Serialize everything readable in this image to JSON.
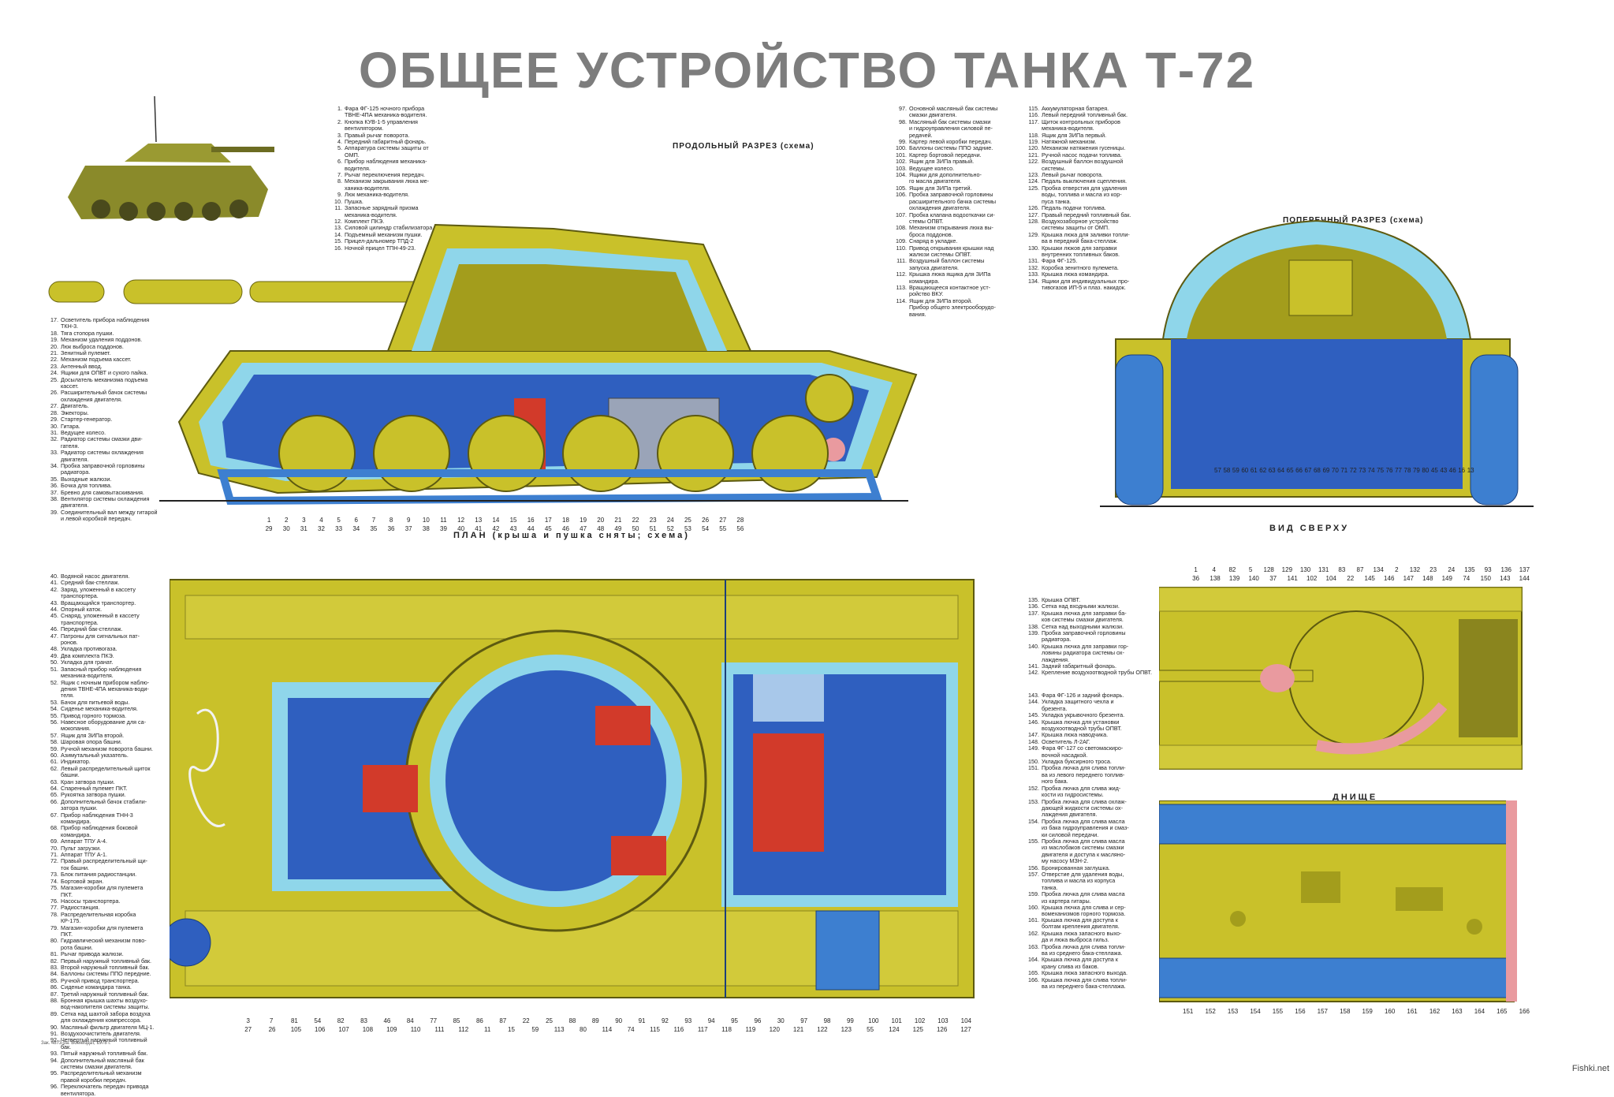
{
  "title": "ОБЩЕЕ УСТРОЙСТВО ТАНКА Т-72",
  "sections": {
    "longitudinal": "ПРОДОЛЬНЫЙ РАЗРЕЗ (схема)",
    "transverse": "ПОПЕРЕЧНЫЙ РАЗРЕЗ (схема)",
    "plan": "ПЛАН (крыша и пушка сняты; схема)",
    "top_view": "ВИД СВЕРХУ",
    "bottom": "ДНИЩЕ"
  },
  "legend_top_left": [
    {
      "n": "1.",
      "t": "Фара ФГ-125 ночного прибора"
    },
    {
      "n": "",
      "t": "ТВНЕ-4ПА механика-водителя."
    },
    {
      "n": "2.",
      "t": "Кнопка КУВ-1-5 управления"
    },
    {
      "n": "",
      "t": "вентилятором."
    },
    {
      "n": "3.",
      "t": "Правый рычаг поворота."
    },
    {
      "n": "4.",
      "t": "Передний габаритный фонарь."
    },
    {
      "n": "5.",
      "t": "Аппаратура системы защиты от"
    },
    {
      "n": "",
      "t": "ОМП."
    },
    {
      "n": "6.",
      "t": "Прибор наблюдения механика-"
    },
    {
      "n": "",
      "t": "водителя."
    },
    {
      "n": "7.",
      "t": "Рычаг переключения передач."
    },
    {
      "n": "8.",
      "t": "Механизм закрывания люка ме-"
    },
    {
      "n": "",
      "t": "ханика-водителя."
    },
    {
      "n": "9.",
      "t": "Люк механика-водителя."
    },
    {
      "n": "10.",
      "t": "Пушка."
    },
    {
      "n": "11.",
      "t": "Запасные зарядный призма"
    },
    {
      "n": "",
      "t": "механика-водителя."
    },
    {
      "n": "12.",
      "t": "Комплект ПКЭ."
    },
    {
      "n": "13.",
      "t": "Силовой цилиндр стабилизатора."
    },
    {
      "n": "14.",
      "t": "Подъемный механизм пушки."
    },
    {
      "n": "15.",
      "t": "Прицел-дальномер ТПД-2"
    },
    {
      "n": "16.",
      "t": "Ночной прицел ТПН-49-23."
    }
  ],
  "legend_left_mid": [
    {
      "n": "17.",
      "t": "Осветитель прибора наблюдения"
    },
    {
      "n": "",
      "t": "ТКН-3."
    },
    {
      "n": "18.",
      "t": "Тяга стопора пушки."
    },
    {
      "n": "19.",
      "t": "Механизм удаления поддонов."
    },
    {
      "n": "20.",
      "t": "Люк выброса поддонов."
    },
    {
      "n": "21.",
      "t": "Зенитный пулемет."
    },
    {
      "n": "22.",
      "t": "Механизм подъема кассет."
    },
    {
      "n": "23.",
      "t": "Антенный ввод."
    },
    {
      "n": "24.",
      "t": "Ящики для ОПВТ и сухого пайка."
    },
    {
      "n": "25.",
      "t": "Досылатель механизма подъема"
    },
    {
      "n": "",
      "t": "кассет."
    },
    {
      "n": "26.",
      "t": "Расширительный бачок системы"
    },
    {
      "n": "",
      "t": "охлаждения двигателя."
    },
    {
      "n": "27.",
      "t": "Двигатель."
    },
    {
      "n": "28.",
      "t": "Эжекторы."
    },
    {
      "n": "29.",
      "t": "Стартер-генератор."
    },
    {
      "n": "30.",
      "t": "Гитара."
    },
    {
      "n": "31.",
      "t": "Ведущее колесо."
    },
    {
      "n": "32.",
      "t": "Радиатор системы смазки дви-"
    },
    {
      "n": "",
      "t": "гателя."
    },
    {
      "n": "33.",
      "t": "Радиатор системы охлаждения"
    },
    {
      "n": "",
      "t": "двигателя."
    },
    {
      "n": "34.",
      "t": "Пробка заправочной горловины"
    },
    {
      "n": "",
      "t": "радиатора."
    },
    {
      "n": "35.",
      "t": "Выходные жалюзи."
    },
    {
      "n": "36.",
      "t": "Бочка для топлива."
    },
    {
      "n": "37.",
      "t": "Бревно для самовытаскивания."
    },
    {
      "n": "38.",
      "t": "Вентилятор системы охлаждения"
    },
    {
      "n": "",
      "t": "двигателя."
    },
    {
      "n": "39.",
      "t": "Соединительный вал между гитарой"
    },
    {
      "n": "",
      "t": "и левой коробкой передач."
    }
  ],
  "legend_mid_top": [
    {
      "n": "97.",
      "t": "Основной масляный бак системы"
    },
    {
      "n": "",
      "t": "смазки двигателя."
    },
    {
      "n": "98.",
      "t": "Масляный бак системы смазки"
    },
    {
      "n": "",
      "t": "и гидроуправления силовой пе-"
    },
    {
      "n": "",
      "t": "редачей."
    },
    {
      "n": "99.",
      "t": "Картер левой коробки передач."
    },
    {
      "n": "100.",
      "t": "Баллоны системы ППО задние."
    },
    {
      "n": "101.",
      "t": "Картер бортовой передачи."
    },
    {
      "n": "102.",
      "t": "Ящик для ЗИПа правый."
    },
    {
      "n": "103.",
      "t": "Ведущее колесо."
    },
    {
      "n": "104.",
      "t": "Ящики для дополнительно-"
    },
    {
      "n": "",
      "t": "го масла двигателя."
    },
    {
      "n": "105.",
      "t": "Ящик для ЗИПа третий."
    },
    {
      "n": "106.",
      "t": "Пробка заправочной горловины"
    },
    {
      "n": "",
      "t": "расширительного бачка системы"
    },
    {
      "n": "",
      "t": "охлаждения двигателя."
    },
    {
      "n": "107.",
      "t": "Пробка клапана водооткачки си-"
    },
    {
      "n": "",
      "t": "стемы ОПВТ."
    },
    {
      "n": "108.",
      "t": "Механизм открывания люка вы-"
    },
    {
      "n": "",
      "t": "броса поддонов."
    },
    {
      "n": "109.",
      "t": "Снаряд в укладке."
    },
    {
      "n": "110.",
      "t": "Привод открывания крышки над"
    },
    {
      "n": "",
      "t": "жалюзи системы ОПВТ."
    },
    {
      "n": "111.",
      "t": "Воздушный баллон системы"
    },
    {
      "n": "",
      "t": "запуска двигателя."
    },
    {
      "n": "112.",
      "t": "Крышка люка ящика для ЗИПа"
    },
    {
      "n": "",
      "t": "командира."
    },
    {
      "n": "113.",
      "t": "Вращающееся контактное уст-"
    },
    {
      "n": "",
      "t": "ройство ВКУ."
    },
    {
      "n": "114.",
      "t": "Ящик для ЗИПа второй."
    },
    {
      "n": "",
      "t": "Прибор общего электрооборудо-"
    },
    {
      "n": "",
      "t": "вания."
    }
  ],
  "legend_right_top": [
    {
      "n": "115.",
      "t": "Аккумуляторная батарея."
    },
    {
      "n": "116.",
      "t": "Левый передний топливный бак."
    },
    {
      "n": "117.",
      "t": "Щиток контрольных приборов"
    },
    {
      "n": "",
      "t": "механика-водителя."
    },
    {
      "n": "118.",
      "t": "Ящик для ЗИПа первый."
    },
    {
      "n": "119.",
      "t": "Натяжной механизм."
    },
    {
      "n": "120.",
      "t": "Механизм натяжения гусеницы."
    },
    {
      "n": "121.",
      "t": "Ручной насос подачи топлива."
    },
    {
      "n": "122.",
      "t": "Воздушный баллон воздушной"
    },
    {
      "n": "",
      "t": "системы."
    },
    {
      "n": "123.",
      "t": "Левый рычаг поворота."
    },
    {
      "n": "124.",
      "t": "Педаль выключения сцепления."
    },
    {
      "n": "125.",
      "t": "Пробка отверстия для удаления"
    },
    {
      "n": "",
      "t": "воды, топлива и масла из кор-"
    },
    {
      "n": "",
      "t": "пуса танка."
    },
    {
      "n": "126.",
      "t": "Педаль подачи топлива."
    },
    {
      "n": "127.",
      "t": "Правый передний топливный бак."
    },
    {
      "n": "128.",
      "t": "Воздухозаборное устройство"
    },
    {
      "n": "",
      "t": "системы защиты от ОМП."
    },
    {
      "n": "129.",
      "t": "Крышка люка для заливки топли-"
    },
    {
      "n": "",
      "t": "ва в передний бака-стеллаж."
    },
    {
      "n": "130.",
      "t": "Крышки люков для заправки"
    },
    {
      "n": "",
      "t": "внутренних топливных баков."
    },
    {
      "n": "131.",
      "t": "Фара ФГ-125."
    },
    {
      "n": "132.",
      "t": "Коробка зенитного пулемета."
    },
    {
      "n": "133.",
      "t": "Крышка люка командира."
    },
    {
      "n": "134.",
      "t": "Ящики для индивидуальных про-"
    },
    {
      "n": "",
      "t": "тивогазов ИП-5 и плаз. накидок."
    }
  ],
  "legend_bottom_left": [
    {
      "n": "40.",
      "t": "Водяной насос двигателя."
    },
    {
      "n": "41.",
      "t": "Средний бак-стеллаж."
    },
    {
      "n": "42.",
      "t": "Заряд, уложенный в кассету"
    },
    {
      "n": "",
      "t": "транспортера."
    },
    {
      "n": "43.",
      "t": "Вращающийся транспортер."
    },
    {
      "n": "44.",
      "t": "Опорный каток."
    },
    {
      "n": "45.",
      "t": "Снаряд, уложенный в кассету"
    },
    {
      "n": "",
      "t": "транспортера."
    },
    {
      "n": "46.",
      "t": "Передний бак-стеллаж."
    },
    {
      "n": "47.",
      "t": "Патроны для сигнальных пат-"
    },
    {
      "n": "",
      "t": "ронов."
    },
    {
      "n": "48.",
      "t": "Укладка противогаза."
    },
    {
      "n": "49.",
      "t": "Два комплекта ПКЭ."
    },
    {
      "n": "50.",
      "t": "Укладка для гранат."
    },
    {
      "n": "51.",
      "t": "Запасный прибор наблюдения"
    },
    {
      "n": "",
      "t": "механика-водителя."
    },
    {
      "n": "52.",
      "t": "Ящик с ночным прибором наблю-"
    },
    {
      "n": "",
      "t": "дения ТВНЕ-4ПА механика-води-"
    },
    {
      "n": "",
      "t": "теля."
    },
    {
      "n": "53.",
      "t": "Бачок для питьевой воды."
    },
    {
      "n": "54.",
      "t": "Сиденье механика-водителя."
    },
    {
      "n": "55.",
      "t": "Привод горного тормоза."
    },
    {
      "n": "56.",
      "t": "Навесное оборудование для са-"
    },
    {
      "n": "",
      "t": "мокопания."
    },
    {
      "n": "57.",
      "t": "Ящик для ЗИПа второй."
    },
    {
      "n": "58.",
      "t": "Шаровая опора башни."
    },
    {
      "n": "59.",
      "t": "Ручной механизм поворота башни."
    },
    {
      "n": "60.",
      "t": "Азимутальный указатель."
    },
    {
      "n": "61.",
      "t": "Индикатор."
    },
    {
      "n": "62.",
      "t": "Левый распределительный щиток"
    },
    {
      "n": "",
      "t": "башни."
    },
    {
      "n": "63.",
      "t": "Кран затвора пушки."
    },
    {
      "n": "64.",
      "t": "Спаренный пулемет ПКТ."
    },
    {
      "n": "65.",
      "t": "Рукоятка затвора пушки."
    },
    {
      "n": "66.",
      "t": "Дополнительный бачок стабили-"
    },
    {
      "n": "",
      "t": "затора пушки."
    },
    {
      "n": "67.",
      "t": "Прибор наблюдения ТНН-3"
    },
    {
      "n": "",
      "t": "командира."
    },
    {
      "n": "68.",
      "t": "Прибор наблюдения боковой"
    },
    {
      "n": "",
      "t": "командира."
    },
    {
      "n": "69.",
      "t": "Аппарат ТПУ А-4."
    },
    {
      "n": "70.",
      "t": "Пульт загрузки."
    },
    {
      "n": "71.",
      "t": "Аппарат ТПУ А-1."
    },
    {
      "n": "72.",
      "t": "Правый распределительный щи-"
    },
    {
      "n": "",
      "t": "ток башни."
    },
    {
      "n": "73.",
      "t": "Блок питания радиостанции."
    },
    {
      "n": "74.",
      "t": "Бортовой экран."
    },
    {
      "n": "75.",
      "t": "Магазин-коробки для пулемета"
    },
    {
      "n": "",
      "t": "ПКТ."
    },
    {
      "n": "76.",
      "t": "Насосы транспортера."
    },
    {
      "n": "77.",
      "t": "Радиостанция."
    },
    {
      "n": "78.",
      "t": "Распределительная коробка"
    },
    {
      "n": "",
      "t": "КР-175."
    },
    {
      "n": "79.",
      "t": "Магазин-коробки для пулемета"
    },
    {
      "n": "",
      "t": "ПКТ."
    },
    {
      "n": "80.",
      "t": "Гидравлический механизм пово-"
    },
    {
      "n": "",
      "t": "рота башни."
    },
    {
      "n": "81.",
      "t": "Рычаг привода жалюзи."
    },
    {
      "n": "82.",
      "t": "Первый наружный топливный бак."
    },
    {
      "n": "83.",
      "t": "Второй наружный топливный бак."
    },
    {
      "n": "84.",
      "t": "Баллоны системы ППО передние."
    },
    {
      "n": "85.",
      "t": "Ручной привод транспортера."
    },
    {
      "n": "86.",
      "t": "Сиденье командира танка."
    },
    {
      "n": "87.",
      "t": "Третий наружный топливный бак."
    },
    {
      "n": "88.",
      "t": "Бронная крышка шахты воздухо-"
    },
    {
      "n": "",
      "t": "вод-накопителя системы защиты."
    },
    {
      "n": "89.",
      "t": "Сетка над шахтой забора воздуха"
    },
    {
      "n": "",
      "t": "для охлаждения компрессора."
    },
    {
      "n": "90.",
      "t": "Масляный фильтр двигателя МЦ-1."
    },
    {
      "n": "91.",
      "t": "Воздухоочиститель двигателя."
    },
    {
      "n": "92.",
      "t": "Четвертый наружный топливный"
    },
    {
      "n": "",
      "t": "бак."
    },
    {
      "n": "93.",
      "t": "Пятый наружный топливный бак."
    },
    {
      "n": "94.",
      "t": "Дополнительный масляный бак"
    },
    {
      "n": "",
      "t": "системы смазки двигателя."
    },
    {
      "n": "95.",
      "t": "Распределительный механизм"
    },
    {
      "n": "",
      "t": "правой коробки передач."
    },
    {
      "n": "96.",
      "t": "Переключатель передач привода"
    },
    {
      "n": "",
      "t": "вентилятора."
    }
  ],
  "legend_bottom_mid_a": [
    {
      "n": "135.",
      "t": "Крышка ОПВТ."
    },
    {
      "n": "136.",
      "t": "Сетка над входными жалюзи."
    },
    {
      "n": "137.",
      "t": "Крышка лючка для заправки ба-"
    },
    {
      "n": "",
      "t": "ков системы смазки двигателя."
    },
    {
      "n": "138.",
      "t": "Сетка над выходными жалюзи."
    },
    {
      "n": "139.",
      "t": "Пробка заправочной горловины"
    },
    {
      "n": "",
      "t": "радиатора."
    },
    {
      "n": "140.",
      "t": "Крышка лючка для заправки гор-"
    },
    {
      "n": "",
      "t": "ловины радиатора системы ох-"
    },
    {
      "n": "",
      "t": "лаждения."
    },
    {
      "n": "141.",
      "t": "Задний габаритный фонарь."
    },
    {
      "n": "142.",
      "t": "Крепление воздухоотводной трубы ОПВТ."
    }
  ],
  "legend_bottom_mid_b": [
    {
      "n": "143.",
      "t": "Фара ФГ-126 и задний фонарь."
    },
    {
      "n": "144.",
      "t": "Укладка защитного чехла и"
    },
    {
      "n": "",
      "t": "брезента."
    },
    {
      "n": "145.",
      "t": "Укладка укрывочного брезента."
    },
    {
      "n": "146.",
      "t": "Крышка лючка для установки"
    },
    {
      "n": "",
      "t": "воздухоотводной трубы ОПВТ."
    },
    {
      "n": "147.",
      "t": "Крышка люка наводчика."
    },
    {
      "n": "148.",
      "t": "Осветитель Л-2АГ."
    },
    {
      "n": "149.",
      "t": "Фара ФГ-127 со светомаскиро-"
    },
    {
      "n": "",
      "t": "вочной насадкой."
    },
    {
      "n": "150.",
      "t": "Укладка буксирного троса."
    },
    {
      "n": "151.",
      "t": "Пробка лючка для слива топли-"
    },
    {
      "n": "",
      "t": "ва из левого переднего топлив-"
    },
    {
      "n": "",
      "t": "ного бака."
    },
    {
      "n": "152.",
      "t": "Пробка лючка для слива жид-"
    },
    {
      "n": "",
      "t": "кости из гидросистемы."
    },
    {
      "n": "153.",
      "t": "Пробка лючка для слива охлаж-"
    },
    {
      "n": "",
      "t": "дающей жидкости системы ох-"
    },
    {
      "n": "",
      "t": "лаждения двигателя."
    },
    {
      "n": "154.",
      "t": "Пробка лючка для слива масла"
    },
    {
      "n": "",
      "t": "из бака гидроуправления и смаз-"
    },
    {
      "n": "",
      "t": "ки силовой передачи."
    },
    {
      "n": "155.",
      "t": "Пробка лючка для слива масла"
    },
    {
      "n": "",
      "t": "из маслобаков системы смазки"
    },
    {
      "n": "",
      "t": "двигателя и доступа к масляно-"
    },
    {
      "n": "",
      "t": "му насосу МЗН-2."
    },
    {
      "n": "156.",
      "t": "Бронированная заглушка."
    },
    {
      "n": "157.",
      "t": "Отверстие для удаления воды,"
    },
    {
      "n": "",
      "t": "топлива и масла из корпуса"
    },
    {
      "n": "",
      "t": "танка."
    },
    {
      "n": "159.",
      "t": "Пробка лючка для слива масла"
    },
    {
      "n": "",
      "t": "из картера гитары."
    },
    {
      "n": "160.",
      "t": "Крышка лючка для слива и сер-"
    },
    {
      "n": "",
      "t": "вомеханизмов горного тормоза."
    }
  ],
  "legend_bottom_mid_c": [
    {
      "n": "161.",
      "t": "Крышка лючка для доступа к"
    },
    {
      "n": "",
      "t": "болтам крепления двигателя."
    },
    {
      "n": "162.",
      "t": "Крышка люка запасного выхо-"
    },
    {
      "n": "",
      "t": "да и люка выброса гильз."
    },
    {
      "n": "163.",
      "t": "Пробка лючка для слива топли-"
    },
    {
      "n": "",
      "t": "ва из среднего бака-стеллажа."
    },
    {
      "n": "164.",
      "t": "Крышка лючка для доступа к"
    },
    {
      "n": "",
      "t": "крану слива из баков."
    },
    {
      "n": "165.",
      "t": "Крышка люка запасного выхода."
    },
    {
      "n": "166.",
      "t": "Крышка лючка для слива топли-"
    },
    {
      "n": "",
      "t": "ва из переднего бака-стеллажа."
    }
  ],
  "callouts_long": [
    "1",
    "2",
    "3",
    "4",
    "5",
    "6",
    "7",
    "8",
    "9",
    "10",
    "11",
    "12",
    "13",
    "14",
    "15",
    "16",
    "17",
    "18",
    "19",
    "20",
    "21",
    "22",
    "23",
    "24",
    "25",
    "26",
    "27",
    "28",
    "29",
    "30",
    "31",
    "32",
    "33",
    "34",
    "35",
    "36",
    "37",
    "38",
    "39",
    "40",
    "41",
    "42",
    "43",
    "44",
    "45",
    "46",
    "47",
    "48",
    "49",
    "50",
    "51",
    "52",
    "53",
    "54",
    "55",
    "56"
  ],
  "callouts_trans": [
    "57",
    "58",
    "59",
    "60",
    "61",
    "62",
    "63",
    "64",
    "65",
    "66",
    "67",
    "68",
    "69",
    "70",
    "71",
    "72",
    "73",
    "74",
    "75",
    "76",
    "77",
    "78",
    "79",
    "80",
    "45",
    "43",
    "46",
    "16",
    "13"
  ],
  "callouts_plan": [
    "3",
    "7",
    "81",
    "54",
    "82",
    "83",
    "46",
    "84",
    "77",
    "85",
    "86",
    "87",
    "22",
    "25",
    "88",
    "89",
    "90",
    "91",
    "92",
    "93",
    "94",
    "95",
    "96",
    "30",
    "97",
    "98",
    "99",
    "100",
    "101",
    "102",
    "103",
    "104",
    "27",
    "26",
    "105",
    "106",
    "107",
    "108",
    "109",
    "110",
    "111",
    "112",
    "11",
    "15",
    "59",
    "113",
    "80",
    "114",
    "74",
    "115",
    "116",
    "117",
    "118",
    "119",
    "120",
    "121",
    "122",
    "123",
    "55",
    "124",
    "125",
    "126",
    "127"
  ],
  "callouts_top": [
    "1",
    "4",
    "82",
    "5",
    "128",
    "129",
    "130",
    "131",
    "83",
    "87",
    "134",
    "2",
    "132",
    "23",
    "24",
    "135",
    "93",
    "136",
    "137",
    "36",
    "138",
    "139",
    "140",
    "37",
    "141",
    "102",
    "104",
    "22",
    "145",
    "146",
    "147",
    "148",
    "149",
    "74",
    "150",
    "143",
    "144"
  ],
  "callouts_bottom": [
    "151",
    "152",
    "153",
    "154",
    "155",
    "156",
    "157",
    "158",
    "159",
    "160",
    "161",
    "162",
    "163",
    "164",
    "165",
    "166"
  ],
  "footer_note": "Зак. 4873-ра. Воениздат, 1978 г.",
  "watermark": "Fishki.net",
  "colors": {
    "title": "#7d7d7d",
    "hull_yellow": "#c9c12a",
    "hull_dark": "#a39d1c",
    "interior_blue": "#2f5fbf",
    "armor_cyan": "#8fd6ea",
    "track_blue": "#3d7fd0",
    "accent_red": "#d23a2a",
    "accent_pink": "#e99a9f"
  }
}
